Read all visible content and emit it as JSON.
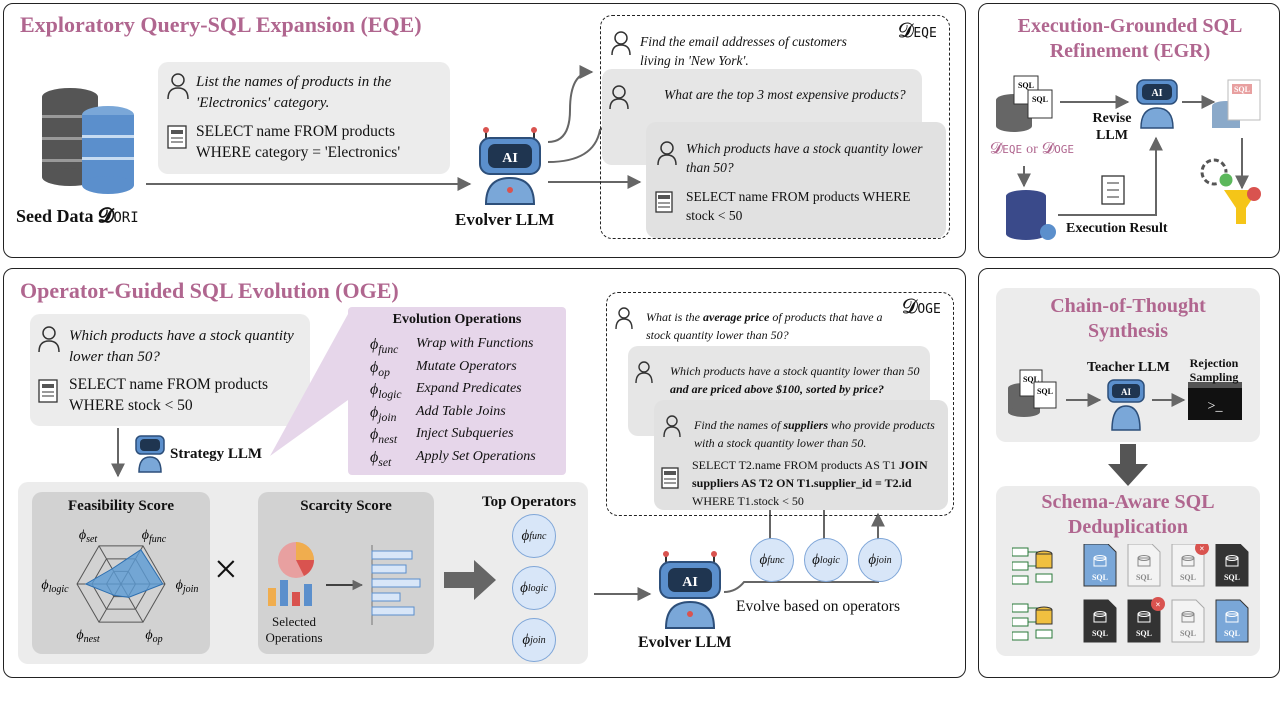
{
  "eqe": {
    "title": "Exploratory Query-SQL Expansion (EQE)",
    "seed_query": "List the names of products in the 'Electronics' category.",
    "seed_sql": "SELECT name FROM products WHERE category = 'Electronics'",
    "seed_label": "Seed Data",
    "seed_symbol": "𝓓",
    "seed_sub": "ORI",
    "evolver_label": "Evolver LLM",
    "set_symbol": "𝓓",
    "set_sub": "EQE",
    "q1": "Find the email addresses of customers living in 'New York'.",
    "q2": "What are the top 3 most expensive products?",
    "q3": "Which products have a stock quantity lower than 50?",
    "q3_sql": "SELECT name FROM products WHERE stock < 50"
  },
  "egr": {
    "title": "Execution-Grounded SQL Refinement (EGR)",
    "sql_tag": "SQL",
    "revise_label": "Revise LLM",
    "inputs_symbol": "𝓓",
    "inputs_sub1": "EQE",
    "inputs_or": "or",
    "inputs_sub2": "OGE",
    "exec_label": "Execution Result"
  },
  "oge": {
    "title": "Operator-Guided SQL Evolution (OGE)",
    "query": "Which products have a stock quantity lower than 50?",
    "sql": "SELECT name FROM products WHERE stock < 50",
    "strategy_label": "Strategy LLM",
    "ops_title": "Evolution Operations",
    "ops": [
      {
        "sym": "ϕ",
        "sub": "func",
        "label": "Wrap with Functions"
      },
      {
        "sym": "ϕ",
        "sub": "op",
        "label": "Mutate Operators"
      },
      {
        "sym": "ϕ",
        "sub": "logic",
        "label": "Expand Predicates"
      },
      {
        "sym": "ϕ",
        "sub": "join",
        "label": "Add Table Joins"
      },
      {
        "sym": "ϕ",
        "sub": "nest",
        "label": "Inject Subqueries"
      },
      {
        "sym": "ϕ",
        "sub": "set",
        "label": "Apply Set Operations"
      }
    ],
    "feasibility_title": "Feasibility Score",
    "radar_axes": [
      "func",
      "join",
      "op",
      "nest",
      "logic",
      "set"
    ],
    "times": "×",
    "scarcity_title": "Scarcity Score",
    "selected_ops": "Selected Operations",
    "top_ops_title": "Top Operators",
    "top_ops": [
      "func",
      "logic",
      "join"
    ],
    "evolver_label": "Evolver LLM",
    "evolve_ops": [
      "func",
      "logic",
      "join"
    ],
    "evolve_label": "Evolve based on operators",
    "set_symbol": "𝓓",
    "set_sub": "OGE",
    "c1_pre": "What is the ",
    "c1_bold": "average price",
    "c1_post": " of products that have a stock quantity lower than 50?",
    "c2_pre": "Which products have a stock quantity lower than 50 ",
    "c2_bold": "and are priced above $100, sorted by price?",
    "c3_pre": "Find the names of ",
    "c3_bold": "suppliers",
    "c3_post": " who provide products with a stock quantity lower than 50.",
    "c3_sql_a": "SELECT T2.name FROM products AS T1 ",
    "c3_sql_b": "JOIN suppliers AS T2 ON T1.supplier_id = T2.id",
    "c3_sql_c": "WHERE T1.stock < 50"
  },
  "cot": {
    "title": "Chain-of-Thought Synthesis",
    "teacher_label": "Teacher LLM",
    "rejection_label": "Rejection Sampling",
    "prompt_glyph": ">_"
  },
  "dedup": {
    "title": "Schema-Aware SQL Deduplication",
    "file_tag": "SQL"
  },
  "colors": {
    "accent": "#b0668f",
    "lavender": "#e6d6ea",
    "bubble": "#d8e6f8",
    "radar_fill": "#5b9bd5"
  }
}
